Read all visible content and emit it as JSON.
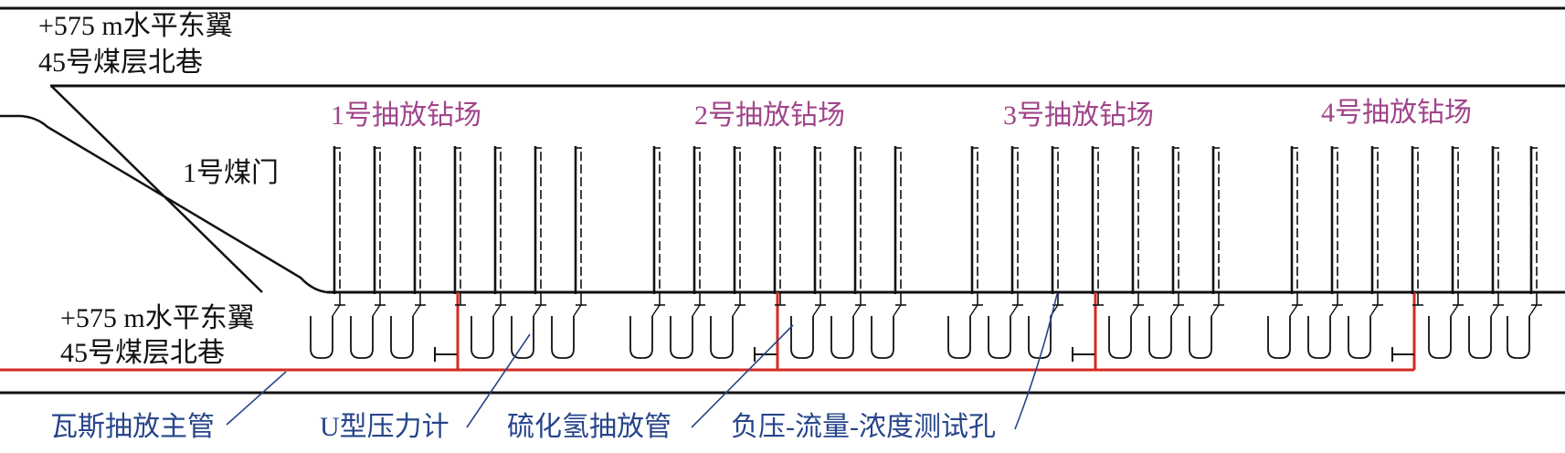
{
  "roadway_label": {
    "top_line1": "+575 m水平东翼",
    "top_line2": "45号煤层北巷",
    "bottom_line1": "+575 m水平东翼",
    "bottom_line2": "45号煤层北巷"
  },
  "door_label": "1号煤门",
  "drilling_sites": [
    {
      "label": "1号抽放钻场"
    },
    {
      "label": "2号抽放钻场"
    },
    {
      "label": "3号抽放钻场"
    },
    {
      "label": "4号抽放钻场"
    }
  ],
  "legend": {
    "gas_main": "瓦斯抽放主管",
    "u_gauge": "U型压力计",
    "h2s_pipe": "硫化氢抽放管",
    "test_hole": "负压-流量-浓度测试孔"
  },
  "colors": {
    "line": "#111111",
    "main_pipe": "#d42a22",
    "site_label": "#a0458a",
    "leader": "#27458a"
  }
}
